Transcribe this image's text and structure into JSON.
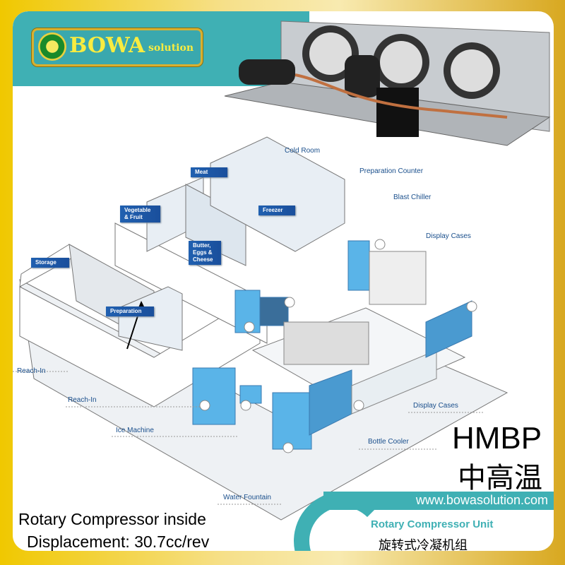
{
  "brand": {
    "logo_text": "BOWA",
    "logo_sub": "solution"
  },
  "labels": {
    "cold_room": "Cold Room",
    "meat": "Meat",
    "prep_counter": "Preparation Counter",
    "blast_chiller": "Blast Chiller",
    "veg_fruit_1": "Vegetable",
    "veg_fruit_2": "& Fruit",
    "freezer": "Freezer",
    "display_cases_1": "Display Cases",
    "butter_1": "Butter,",
    "butter_2": "Eggs &",
    "butter_3": "Cheese",
    "storage": "Storage",
    "preparation": "Preparation",
    "reach_in_1": "Reach-In",
    "reach_in_2": "Reach-In",
    "display_cases_2": "Display Cases",
    "ice_machine": "Ice Machine",
    "bottle_cooler": "Bottle Cooler",
    "water_fountain": "Water Fountain"
  },
  "product": {
    "model": "HMBP",
    "temp_cn": "中高温",
    "website": "www.bowasolution.com",
    "unit_en": "Rotary Compressor Unit",
    "unit_cn": "旋转式冷凝机组",
    "compressor_line": "Rotary Compressor inside",
    "displacement_line": "Displacement: 30.7cc/rev"
  },
  "colors": {
    "frame": "#f0c800",
    "teal": "#3fb0b4",
    "label_blue": "#1a4f8c",
    "tag_blue": "#2060b0",
    "equipment_blue": "#4aa8e0"
  }
}
